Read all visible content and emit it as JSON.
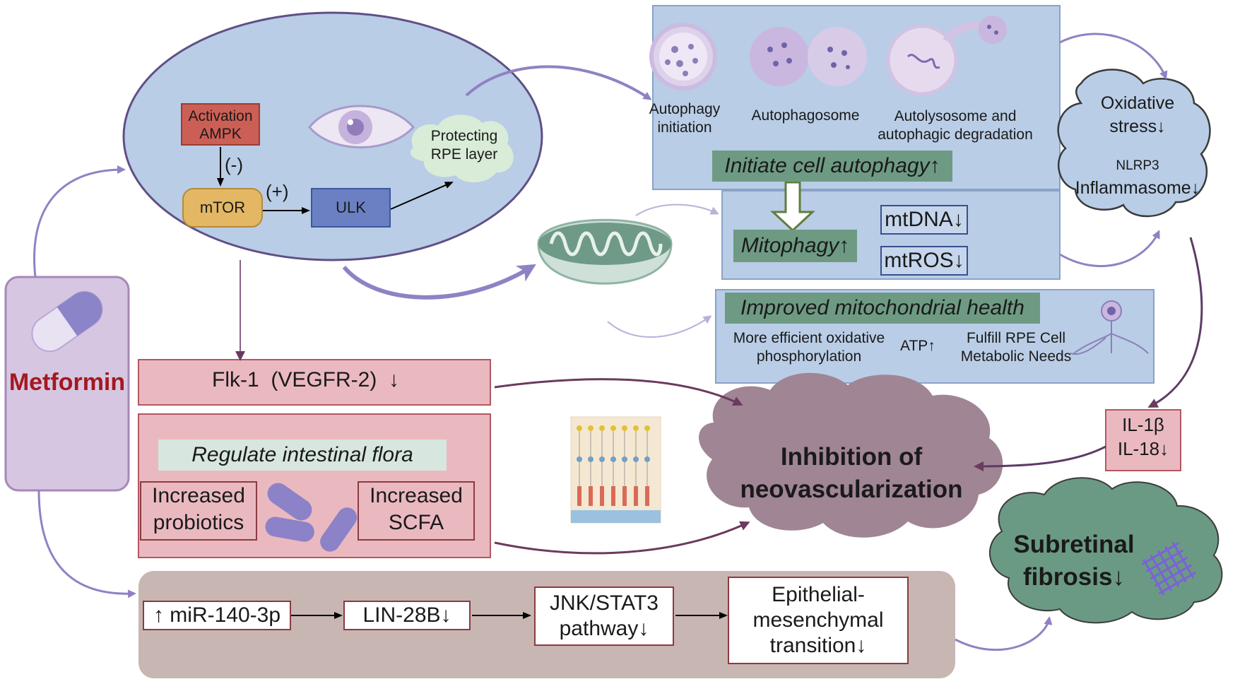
{
  "metformin": {
    "label": "Metformin",
    "color": "#a3191f",
    "pill_icon": "pill-capsule-icon"
  },
  "ampk_pathway": {
    "activation_ampk": "Activation\nAMPK",
    "inhibits": "(-)",
    "mtor": "mTOR",
    "activates": "(+)",
    "ulk": "ULK",
    "protecting_rpe": "Protecting\nRPE layer",
    "eye_icon": "eye-icon"
  },
  "autophagy": {
    "stage1": "Autophagy\ninitiation",
    "stage2": "Autophagosome",
    "stage3": "Autolysosome and\nautophagic degradation",
    "banner": "Initiate cell autophagy↑"
  },
  "mitophagy": {
    "banner": "Mitophagy↑",
    "mtdna": "mtDNA↓",
    "mtros": "mtROS↓",
    "mitochondrion_icon": "mitochondrion-icon"
  },
  "mito_health": {
    "banner": "Improved mitochondrial health",
    "item1": "More efficient oxidative\nphosphorylation",
    "item2": "ATP↑",
    "item3": "Fulfill RPE Cell\nMetabolic Needs"
  },
  "oxidative": {
    "line1": "Oxidative\nstress↓",
    "line2": "NLRP3",
    "line3": "Inflammasome↓"
  },
  "interleukins": "IL-1β\nIL-18↓",
  "flk1": "Flk-1  (VEGFR-2)  ↓",
  "flora": {
    "banner": "Regulate intestinal flora",
    "probiotics": "Increased\nprobiotics",
    "scfa": "Increased\nSCFA",
    "bacteria_icon": "bacteria-icon"
  },
  "inhibition": "Inhibition of\nneovascularization",
  "fibrosis": "Subretinal\nfibrosis↓",
  "mirna_pathway": {
    "mir": "↑ miR-140-3p",
    "lin28b": "LIN-28B↓",
    "jnk": "JNK/STAT3\npathway↓",
    "emt": "Epithelial-\nmesenchymal\ntransition↓"
  },
  "colors": {
    "blue_panel": "#b9cde6",
    "pink_panel": "#eab9c0",
    "brown_panel": "#c8b6b3",
    "green_banner": "#6e9a83",
    "purple_cloud": "#a08595",
    "green_cloud": "#6b9a84",
    "arrow_purple": "#8f82c4",
    "arrow_dark": "#6b3a5e"
  }
}
